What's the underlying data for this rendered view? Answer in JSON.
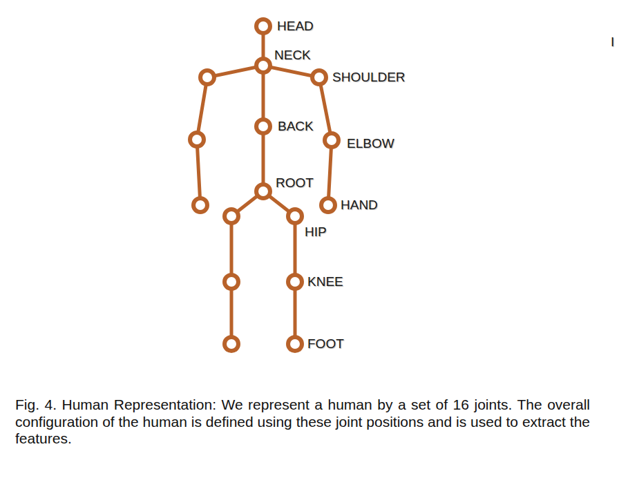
{
  "diagram": {
    "caption": "Fig. 4. Human Representation: We represent a human by a set of 16 joints. The overall configuration of the human is defined using these joint positions and is used to extract the features.",
    "labels": [
      "HEAD",
      "NECK",
      "SHOULDER",
      "BACK",
      "ELBOW",
      "ROOT",
      "HAND",
      "HIP",
      "KNEE",
      "FOOT",
      "I"
    ]
  }
}
